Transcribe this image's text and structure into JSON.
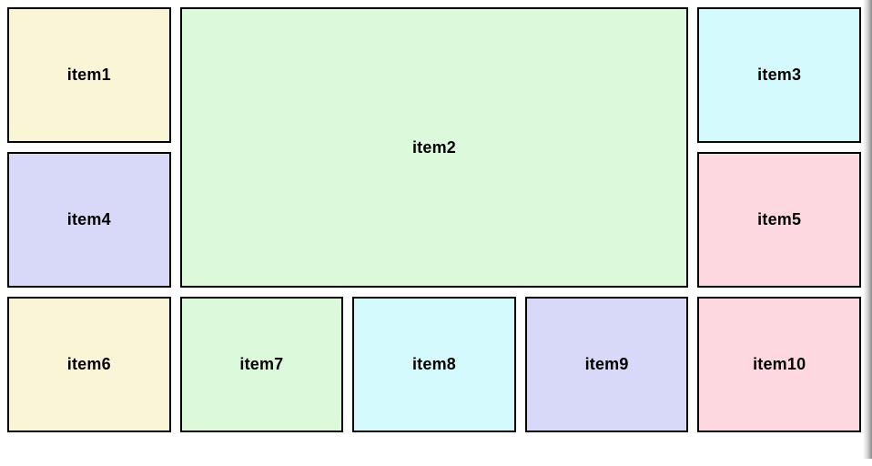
{
  "page": {
    "background": "#ffffff",
    "item_border_color": "#000000",
    "label_color": "#000000",
    "right_edge_shadow_color": "#888888"
  },
  "grid": {
    "items": [
      {
        "label": "item1",
        "color": "#fbf5d7"
      },
      {
        "label": "item2",
        "color": "#dcfadb"
      },
      {
        "label": "item3",
        "color": "#d5fafd"
      },
      {
        "label": "item4",
        "color": "#d8d8f9"
      },
      {
        "label": "item5",
        "color": "#fdd8e0"
      },
      {
        "label": "item6",
        "color": "#fbf5d7"
      },
      {
        "label": "item7",
        "color": "#dcfadb"
      },
      {
        "label": "item8",
        "color": "#d5fafd"
      },
      {
        "label": "item9",
        "color": "#d8d8f9"
      },
      {
        "label": "item10",
        "color": "#fdd8e0"
      }
    ]
  }
}
